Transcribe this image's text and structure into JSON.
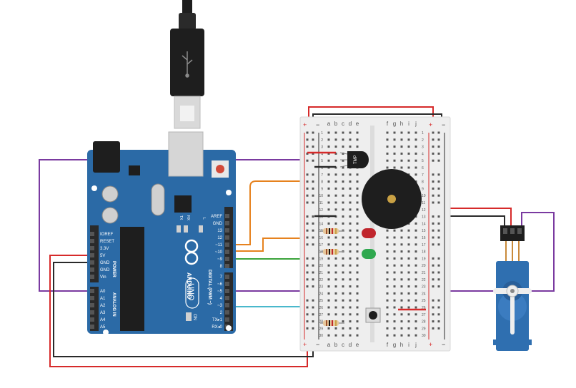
{
  "usb": {
    "icon": "usb-trident-icon"
  },
  "arduino": {
    "brand": "ARDUINO",
    "model": "UNO",
    "analog_header": "ANALOG IN",
    "power_header": "POWER",
    "digital_header": "DIGITAL (PWM ~)",
    "on_label": "ON",
    "tx_label": "TX",
    "rx_label": "RX",
    "l_label": "L",
    "power_pins": [
      "IOREF",
      "RESET",
      "3.3V",
      "5V",
      "GND",
      "GND",
      "Vin"
    ],
    "analog_pins": [
      "A0",
      "A1",
      "A2",
      "A3",
      "A4",
      "A5"
    ],
    "digital_top": [
      "AREF",
      "GND",
      "13",
      "12",
      "~11",
      "~10",
      "~9",
      "8"
    ],
    "digital_bottom": [
      "7",
      "~6",
      "~5",
      "4",
      "~3",
      "2",
      "TX▸1",
      "RX◂0"
    ],
    "colors": {
      "board": "#2b6aa6",
      "silk": "#ffffff",
      "header": "#2a2a2a"
    }
  },
  "breadboard": {
    "cols_left": [
      "a",
      "b",
      "c",
      "d",
      "e"
    ],
    "cols_right": [
      "f",
      "g",
      "h",
      "i",
      "j"
    ],
    "rows": [
      "1",
      "2",
      "3",
      "4",
      "5",
      "6",
      "7",
      "8",
      "9",
      "10",
      "11",
      "12",
      "13",
      "14",
      "15",
      "16",
      "17",
      "18",
      "19",
      "20",
      "21",
      "22",
      "23",
      "24",
      "25",
      "26",
      "27",
      "28",
      "29",
      "30"
    ],
    "plus": "+",
    "minus": "−"
  },
  "components": {
    "temp_sensor_label": "TMP",
    "buzzer": "piezo",
    "led_red": "#c0262d",
    "led_green": "#2fa84f"
  },
  "wire_colors": {
    "power": "#d62a2a",
    "ground": "#2a2a2a",
    "orange": "#e6821e",
    "green": "#3aa33a",
    "purple": "#7a3aa0",
    "cyan": "#4ab8cc"
  }
}
